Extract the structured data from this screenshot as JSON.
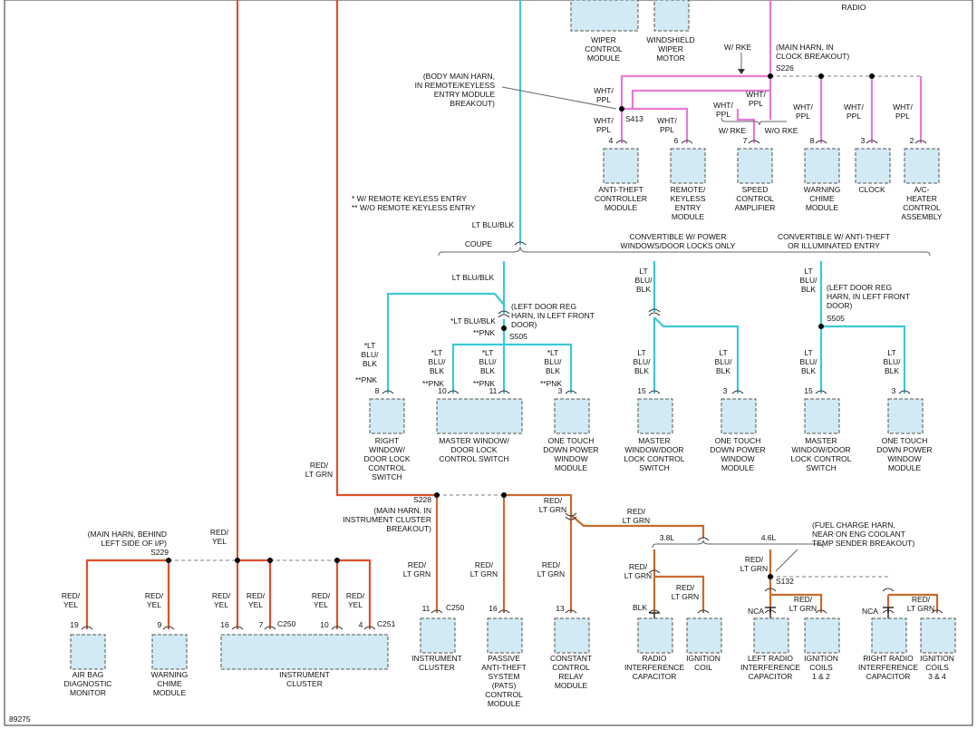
{
  "figure_id": "89275",
  "components": {
    "radio": "RADIO",
    "wiper_module": [
      "WIPER",
      "CONTROL",
      "MODULE"
    ],
    "wiper_motor": [
      "WINDSHIELD",
      "WIPER",
      "MOTOR"
    ],
    "anti_theft": [
      "ANTI-THEFT",
      "CONTROLLER",
      "MODULE"
    ],
    "rke_module": [
      "REMOTE/",
      "KEYLESS",
      "ENTRY",
      "MODULE"
    ],
    "speed_amp": [
      "SPEED",
      "CONTROL",
      "AMPLIFIER"
    ],
    "warn_chime_top": [
      "WARNING",
      "CHIME",
      "MODULE"
    ],
    "clock": [
      "CLOCK"
    ],
    "ac_heater": [
      "A/C-",
      "HEATER",
      "CONTROL",
      "ASSEMBLY"
    ],
    "right_window": [
      "RIGHT",
      "WINDOW/",
      "DOOR LOCK",
      "CONTROL",
      "SWITCH"
    ],
    "master_window_a": [
      "MASTER WINDOW/",
      "DOOR LOCK",
      "CONTROL SWITCH"
    ],
    "one_touch_a": [
      "ONE TOUCH",
      "DOWN POWER",
      "WINDOW",
      "MODULE"
    ],
    "master_window_b": [
      "MASTER",
      "WINDOW/DOOR",
      "LOCK CONTROL",
      "SWITCH"
    ],
    "one_touch_b": [
      "ONE TOUCH",
      "DOWN POWER",
      "WINDOW",
      "MODULE"
    ],
    "master_window_c": [
      "MASTER",
      "WINDOW/DOOR",
      "LOCK CONTROL",
      "SWITCH"
    ],
    "one_touch_c": [
      "ONE TOUCH",
      "DOWN POWER",
      "WINDOW",
      "MODULE"
    ],
    "airbag": [
      "AIR BAG",
      "DIAGNOSTIC",
      "MONITOR"
    ],
    "warn_chime_bottom": [
      "WARNING",
      "CHIME",
      "MODULE"
    ],
    "instrument_cluster_big": [
      "INSTRUMENT",
      "CLUSTER"
    ],
    "instrument_cluster_small": [
      "INSTRUMENT",
      "CLUSTER"
    ],
    "pats": [
      "PASSIVE",
      "ANTI-THEFT",
      "SYSTEM",
      "(PATS)",
      "CONTROL",
      "MODULE"
    ],
    "constant_relay": [
      "CONSTANT",
      "CONTROL",
      "RELAY",
      "MODULE"
    ],
    "radio_cap": [
      "RADIO",
      "INTERFERENCE",
      "CAPACITOR"
    ],
    "ign_coil": [
      "IGNITION",
      "COIL"
    ],
    "left_radio_cap": [
      "LEFT RADIO",
      "INTERFERENCE",
      "CAPACITOR"
    ],
    "ign_coils_12": [
      "IGNITION",
      "COILS",
      "1 & 2"
    ],
    "right_radio_cap": [
      "RIGHT RADIO",
      "INTERFERENCE",
      "CAPACITOR"
    ],
    "ign_coils_34": [
      "IGNITION",
      "COILS",
      "3 & 4"
    ]
  },
  "notes": {
    "rke_keyless": [
      "* W/ REMOTE KEYLESS ENTRY",
      "** W/O REMOTE KEYLESS ENTRY"
    ],
    "body_main_harn": [
      "(BODY MAIN HARN,",
      "IN REMOTE/KEYLESS",
      "ENTRY MODULE",
      "BREAKOUT)"
    ],
    "clock_breakout": [
      "(MAIN HARN, IN",
      "CLOCK BREAKOUT)"
    ],
    "left_door_reg_a": [
      "(LEFT DOOR REG",
      "HARN, IN LEFT FRONT",
      "DOOR)"
    ],
    "left_door_reg_b": [
      "(LEFT DOOR REG",
      "HARN, IN LEFT FRONT",
      "DOOR)"
    ],
    "ic_breakout": [
      "(MAIN HARN, IN",
      "INSTRUMENT CLUSTER",
      "BREAKOUT)"
    ],
    "ip_left": [
      "(MAIN HARN, BEHIND",
      "LEFT SIDE OF I/P)"
    ],
    "fuel_charge": [
      "(FUEL CHARGE HARN,",
      "NEAR ON ENG COOLANT",
      "TEMP SENDER BREAKOUT)"
    ],
    "coupe": "COUPE",
    "conv_power": [
      "CONVERTIBLE W/ POWER",
      "WINDOWS/DOOR LOCKS ONLY"
    ],
    "conv_antitheft": [
      "CONVERTIBLE W/ ANTI-THEFT",
      "OR ILLUMINATED ENTRY"
    ],
    "w_rke": "W/ RKE",
    "w_rke2": "W/ RKE",
    "wo_rke": "W/O RKE",
    "l38": "3.8L",
    "l46": "4.6L"
  },
  "splices": {
    "s226": "S226",
    "s413": "S413",
    "s505a": "S505",
    "s505b": "S505",
    "s228": "S228",
    "s229": "S229",
    "s132": "S132"
  },
  "connectors": {
    "c250a": "C250",
    "c250b": "C250",
    "c251": "C251"
  },
  "wire_labels": {
    "whtppl": [
      "WHT/",
      "PPL"
    ],
    "ltblublk": "LT BLU/BLK",
    "ltblublk_stack": [
      "LT",
      "BLU/",
      "BLK"
    ],
    "star_ltblublk": [
      "*LT",
      "BLU/",
      "BLK"
    ],
    "star_ltblublk_inline": "*LT BLU/BLK",
    "dstar_pnk": "**PNK",
    "redltgrn": [
      "RED/",
      "LT GRN"
    ],
    "redyel": [
      "RED/",
      "YEL"
    ],
    "blk": "BLK",
    "nca": "NCA"
  },
  "pins": [
    "4",
    "6",
    "7",
    "8",
    "3",
    "2",
    "8",
    "10",
    "11",
    "3",
    "15",
    "3",
    "15",
    "3",
    "19",
    "9",
    "16",
    "7",
    "10",
    "4",
    "11",
    "16",
    "13"
  ],
  "colors": {
    "red": "#e0502a",
    "lt_blu": "#3cc8d4",
    "pink": "#e67ad8",
    "red_ltgrn": "#c96a2e",
    "component_fill": "#d2eaf4"
  }
}
